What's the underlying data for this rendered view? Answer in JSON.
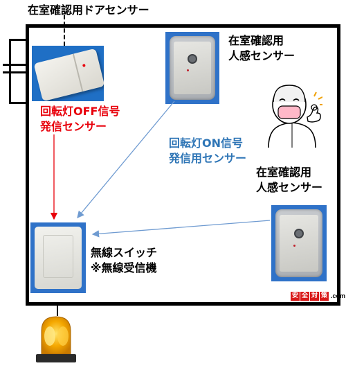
{
  "labels": {
    "door_sensor": "在室確認用ドアセンサー",
    "pir_top_line1": "在室確認用",
    "pir_top_line2": "人感センサー",
    "off_signal_line1": "回転灯OFF信号",
    "off_signal_line2": "発信センサー",
    "on_signal_line1": "回転灯ON信号",
    "on_signal_line2": "発信用センサー",
    "pir_right_line1": "在室確認用",
    "pir_right_line2": "人感センサー",
    "receiver_line1": "無線スイッチ",
    "receiver_line2": "※無線受信機"
  },
  "badge": {
    "k1": "安",
    "k2": "全",
    "k3": "対",
    "k4": "策",
    "domain": ".com"
  },
  "colors": {
    "black_text": "#000000",
    "red_text": "#e8000b",
    "blue_text": "#2e75b6",
    "red_arrow": "#e8000b",
    "blue_arrow": "#6f9bd1",
    "device_background": "#2f72c8",
    "lamp_amber": "#f5a800"
  },
  "icons": {
    "door_sensor": "door-sensor-photo",
    "pir_sensor": "motion-sensor-photo",
    "receiver": "wireless-receiver-photo",
    "person": "person-mask-ok-icon",
    "lamp": "rotating-warning-lamp-icon"
  }
}
